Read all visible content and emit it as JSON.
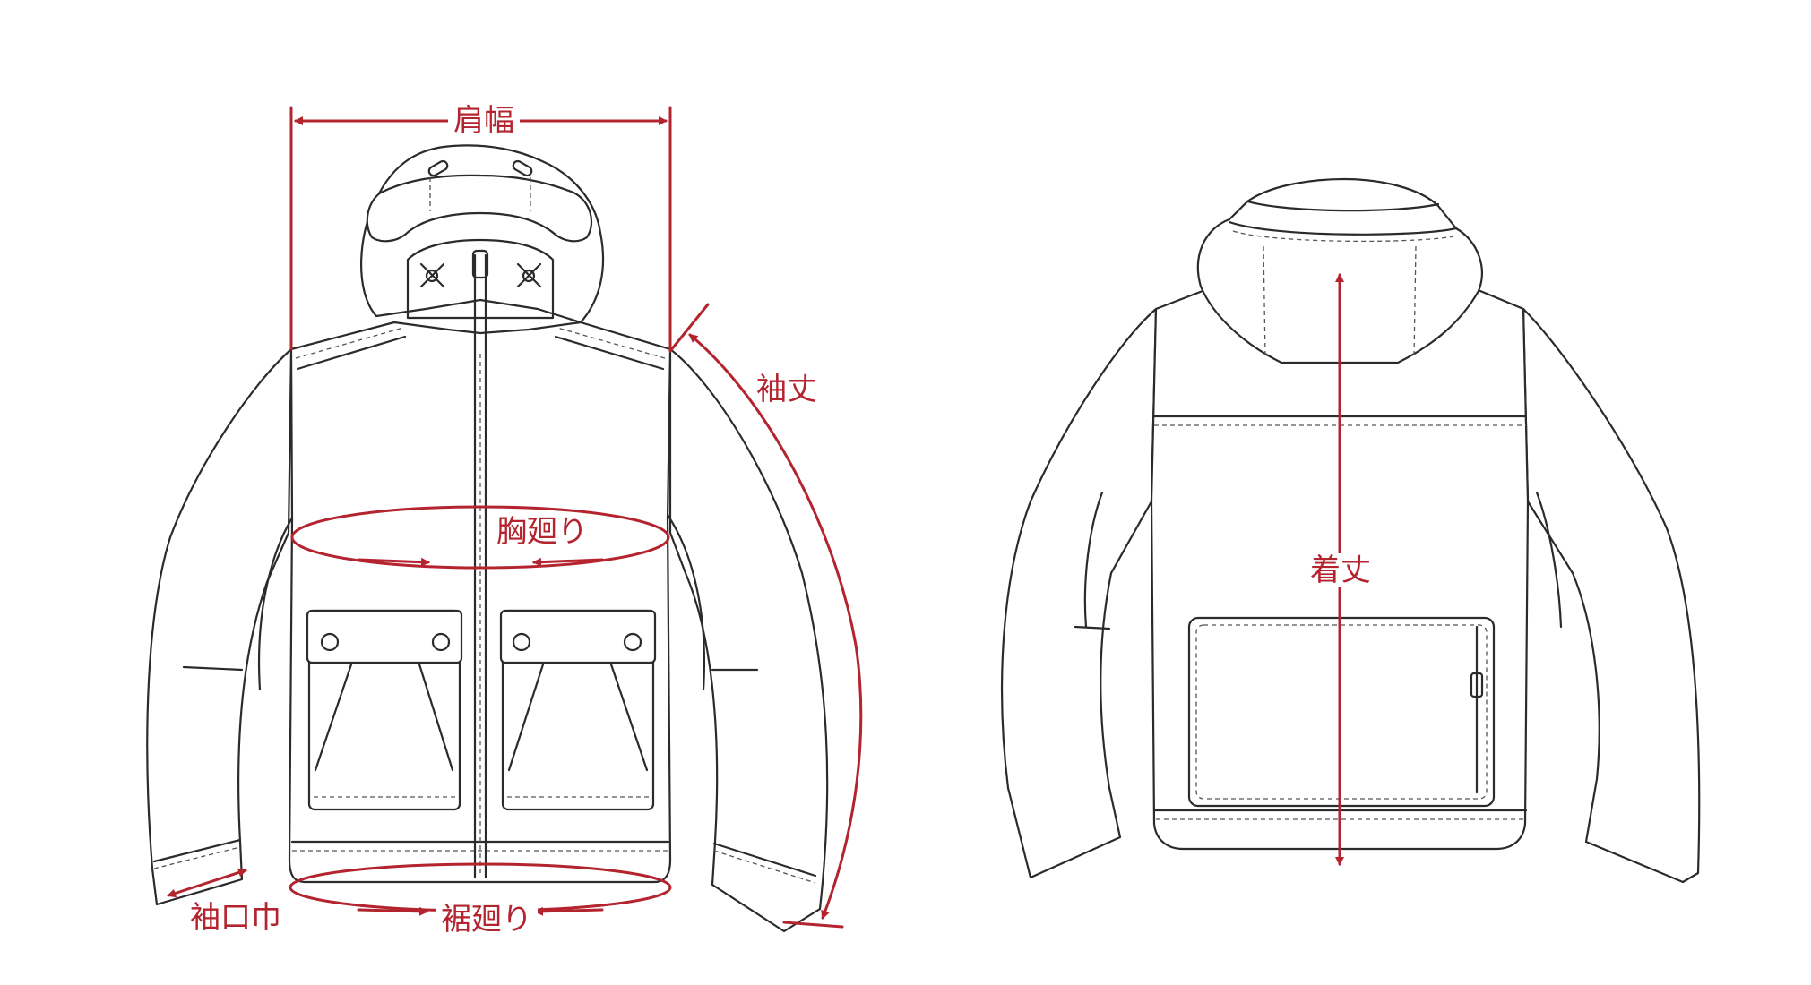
{
  "labels": {
    "shoulder_width": "肩幅",
    "sleeve_length": "袖丈",
    "chest": "胸廻り",
    "cuff_width": "袖口巾",
    "hem": "裾廻り",
    "body_length": "着丈"
  },
  "colors": {
    "measure": "#b3242f",
    "outline": "#2b2b2b",
    "background": "#ffffff"
  }
}
